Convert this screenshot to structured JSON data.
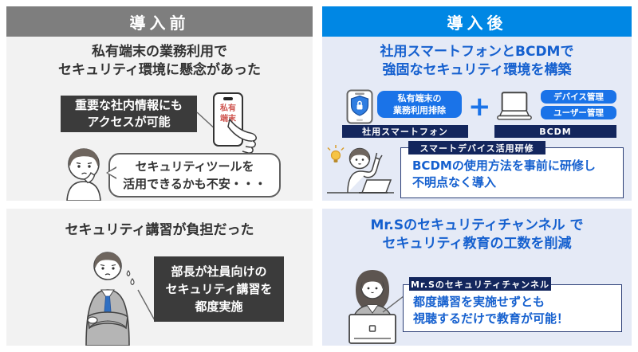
{
  "colors": {
    "before_header_bg": "#7e7e7e",
    "after_header_bg": "#0087e4",
    "before_panel_bg": "#f2f2f2",
    "after_panel_bg": "#e5eaf6",
    "dark_callout_bg": "#3b3b3b",
    "accent_blue": "#1560cf",
    "bright_blue": "#1a73e8",
    "navy": "#13265d",
    "phone_label_red": "#cf544e"
  },
  "before": {
    "header": "導入前",
    "device_section": {
      "title_line1": "私有端末の業務利用で",
      "title_line2": "セキュリティ環境に懸念があった",
      "callout_line1": "重要な社内情報にも",
      "callout_line2": "アクセスが可能",
      "phone_label_line1": "私有",
      "phone_label_line2": "端末",
      "speech_line1": "セキュリティツールを",
      "speech_line2": "活用できるかも不安・・・"
    },
    "training_section": {
      "title": "セキュリティ講習が負担だった",
      "callout_line1": "部長が社員向けの",
      "callout_line2": "セキュリティ講習を",
      "callout_line3": "都度実施"
    }
  },
  "after": {
    "header": "導入後",
    "solution_section": {
      "title_line1": "社用スマートフォンとBCDMで",
      "title_line2": "強固なセキュリティ環境を構築",
      "smartphone_feature_line1": "私有端末の",
      "smartphone_feature_line2": "業務利用排除",
      "smartphone_caption": "社用スマートフォン",
      "plus_sign": "+",
      "bcdm_feature1": "デバイス管理",
      "bcdm_feature2": "ユーザー管理",
      "bcdm_caption": "BCDM",
      "training_tab": "スマートデバイス活用研修",
      "training_line1": "BCDMの使用方法を事前に研修し",
      "training_line2": "不明点なく導入"
    },
    "education_section": {
      "title_line1": "Mr.Sのセキュリティチャンネル で",
      "title_line2": "セキュリティ教育の工数を削減",
      "channel_tab": "Mr.Sのセキュリティチャンネル",
      "benefit_line1": "都度講習を実施せずとも",
      "benefit_line2": "視聴するだけで教育が可能！"
    }
  }
}
